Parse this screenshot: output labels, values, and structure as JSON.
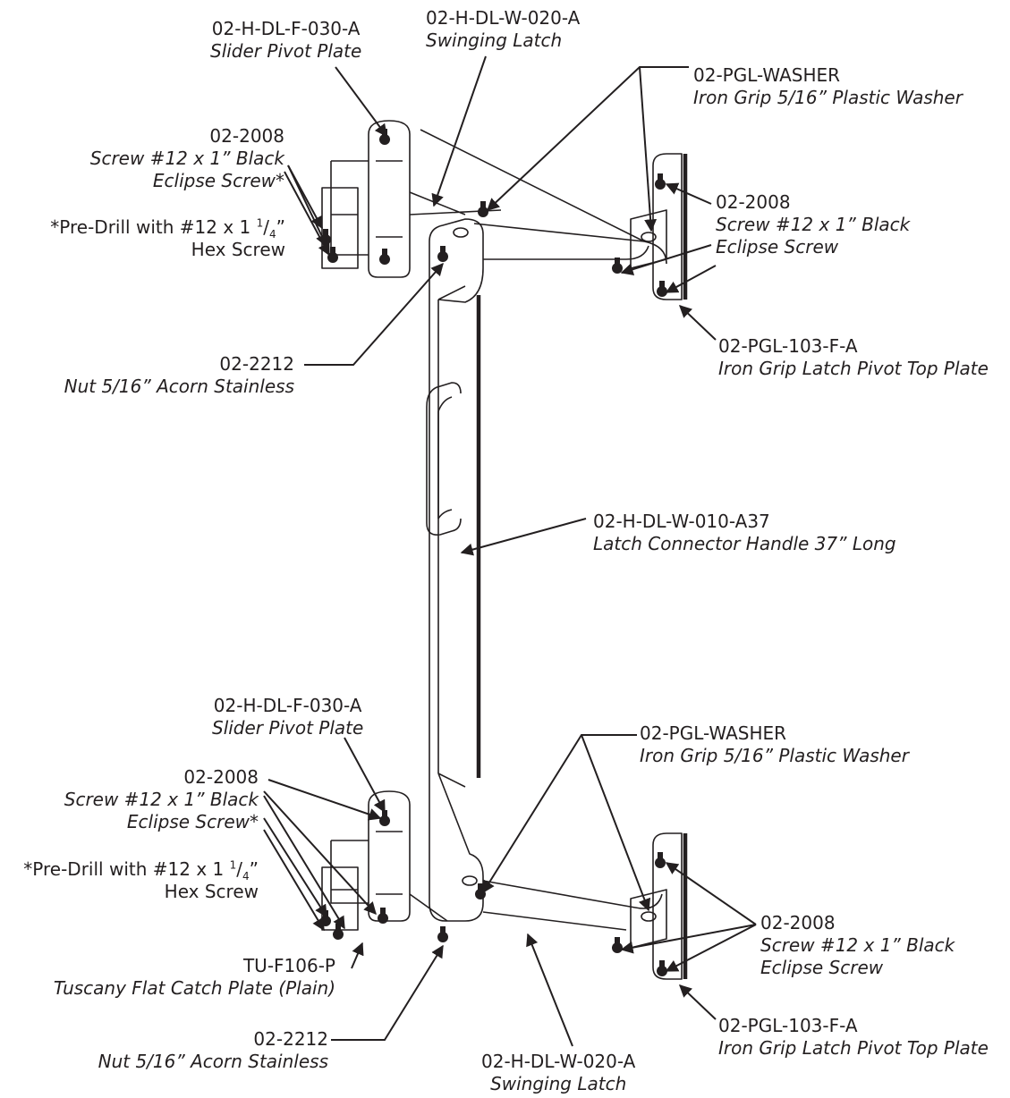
{
  "callouts": {
    "top_slider_plate": {
      "part": "02-H-DL-F-030-A",
      "desc": "Slider Pivot Plate"
    },
    "top_swinging_latch": {
      "part": "02-H-DL-W-020-A",
      "desc": "Swinging Latch"
    },
    "top_washer": {
      "part": "02-PGL-WASHER",
      "desc": "Iron Grip 5/16” Plastic Washer"
    },
    "top_left_screw": {
      "part": "02-2008",
      "desc1": "Screw #12 x 1” Black",
      "desc2": "Eclipse Screw*"
    },
    "top_right_screw": {
      "part": "02-2008",
      "desc1": "Screw #12 x 1” Black",
      "desc2": "Eclipse Screw"
    },
    "top_predrill": {
      "line1_a": "*Pre-Drill with #12 x 1 ",
      "sup": "1",
      "slash": "/",
      "sub": "4",
      "line1_b": "”",
      "line2": "Hex Screw"
    },
    "top_nut": {
      "part": "02-2212",
      "desc": "Nut 5/16” Acorn Stainless"
    },
    "top_pivot_plate": {
      "part": "02-PGL-103-F-A",
      "desc": "Iron Grip Latch Pivot Top Plate"
    },
    "handle": {
      "part": "02-H-DL-W-010-A37",
      "desc": "Latch Connector Handle 37” Long"
    },
    "bottom_slider_plate": {
      "part": "02-H-DL-F-030-A",
      "desc": "Slider Pivot Plate"
    },
    "bottom_washer": {
      "part": "02-PGL-WASHER",
      "desc": "Iron Grip 5/16” Plastic Washer"
    },
    "bottom_left_screw": {
      "part": "02-2008",
      "desc1": "Screw #12 x 1” Black",
      "desc2": "Eclipse Screw*"
    },
    "bottom_predrill": {
      "line1_a": "*Pre-Drill with #12 x 1 ",
      "sup": "1",
      "slash": "/",
      "sub": "4",
      "line1_b": "”",
      "line2": "Hex Screw"
    },
    "bottom_right_screw": {
      "part": "02-2008",
      "desc1": "Screw #12 x 1” Black",
      "desc2": "Eclipse Screw"
    },
    "catch_plate": {
      "part": "TU-F106-P",
      "desc": "Tuscany Flat Catch Plate (Plain)"
    },
    "bottom_pivot_plate": {
      "part": "02-PGL-103-F-A",
      "desc": "Iron Grip Latch Pivot Top Plate"
    },
    "bottom_nut": {
      "part": "02-2212",
      "desc": "Nut 5/16” Acorn Stainless"
    },
    "bottom_swinging_latch": {
      "part": "02-H-DL-W-020-A",
      "desc": "Swinging Latch"
    }
  },
  "colors": {
    "ink": "#231f20",
    "background": "#ffffff"
  },
  "icons": [
    "arrow-icon",
    "screw-icon",
    "washer-icon"
  ]
}
